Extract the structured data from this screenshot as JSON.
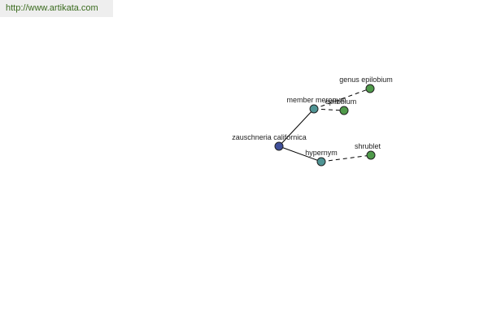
{
  "header": {
    "url": "http://www.artikata.com"
  },
  "colors": {
    "root_node": "#3f4f9a",
    "relation_node": "#4f9494",
    "leaf_node": "#4f9a4a",
    "url_text": "#3a6b1e",
    "edge": "#000000"
  },
  "graph": {
    "nodes": {
      "root": {
        "label": "zauschneria californica",
        "kind": "root"
      },
      "member_meronym": {
        "label": "member meronym",
        "kind": "relation"
      },
      "hypernym": {
        "label": "hypernym",
        "kind": "relation"
      },
      "genus_epilobium": {
        "label": "genus epilobium",
        "kind": "leaf"
      },
      "epilobium": {
        "label": "epilobium",
        "kind": "leaf"
      },
      "shrublet": {
        "label": "shrublet",
        "kind": "leaf"
      }
    },
    "edges": [
      {
        "from": "root",
        "to": "member_meronym",
        "style": "solid"
      },
      {
        "from": "root",
        "to": "hypernym",
        "style": "solid"
      },
      {
        "from": "member_meronym",
        "to": "genus_epilobium",
        "style": "dashed"
      },
      {
        "from": "member_meronym",
        "to": "epilobium",
        "style": "dashed"
      },
      {
        "from": "hypernym",
        "to": "shrublet",
        "style": "dashed"
      }
    ]
  }
}
